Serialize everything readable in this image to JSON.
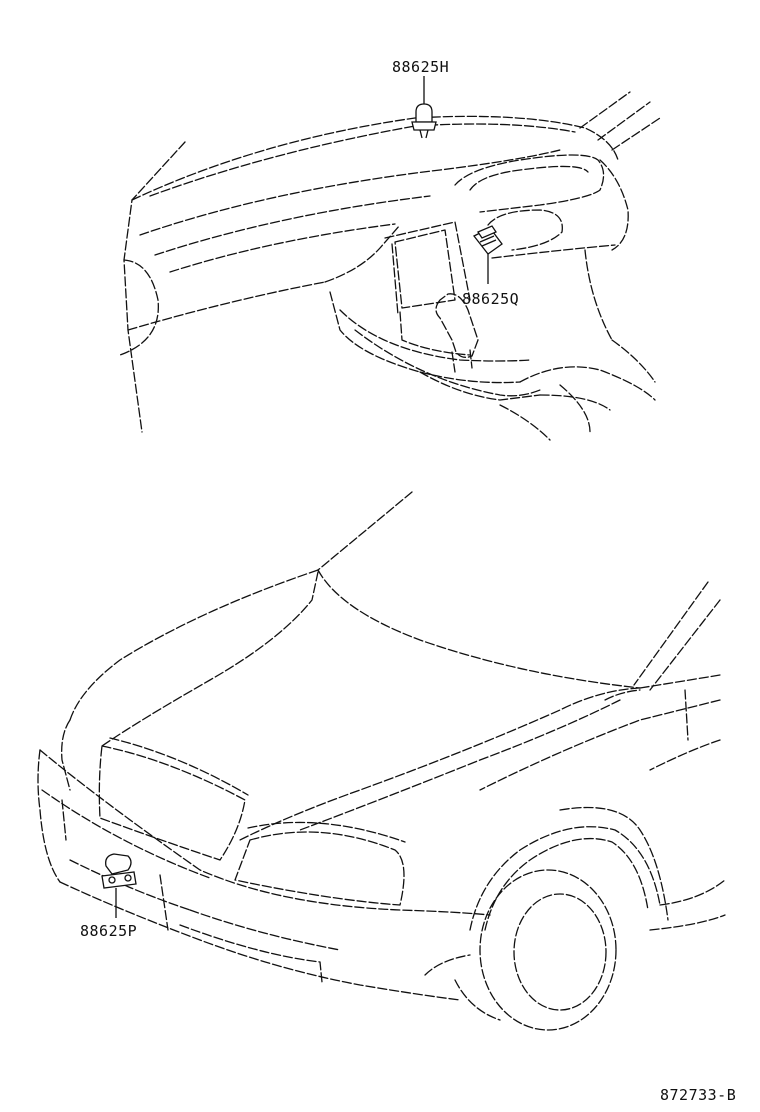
{
  "callouts": {
    "part_h": "88625H",
    "part_q": "88625Q",
    "part_p": "88625P"
  },
  "figure_id": "872733-B"
}
